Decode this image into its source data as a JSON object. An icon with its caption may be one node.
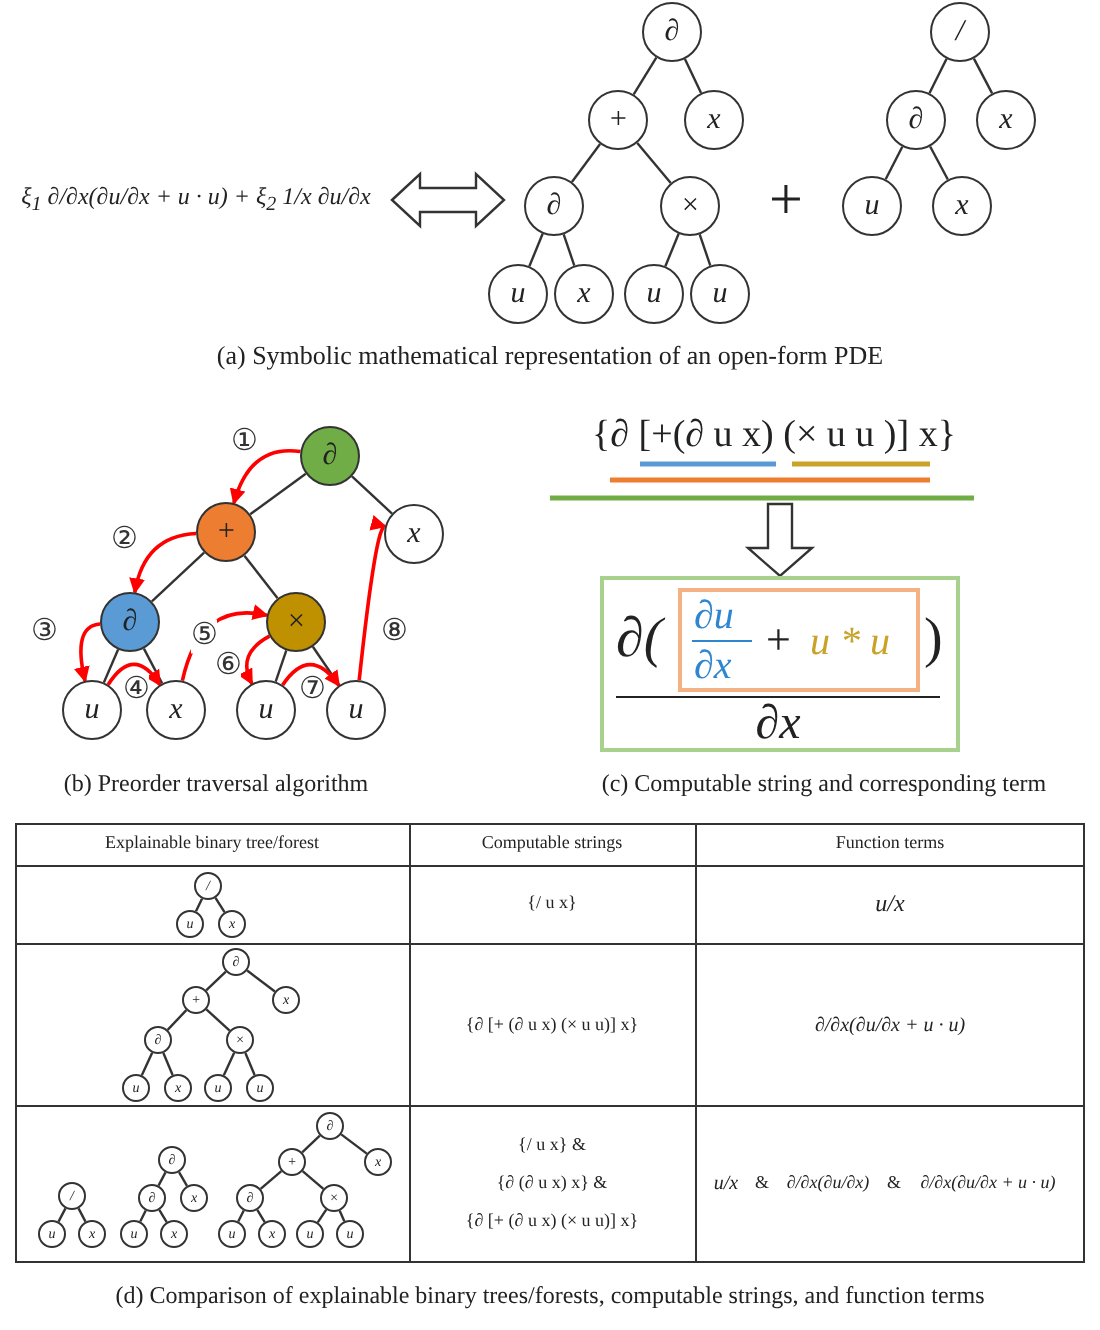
{
  "diagram": {
    "nodes": [
      {
        "text": [
          "∂"
        ]
      },
      {
        "text": [
          "+"
        ]
      },
      {
        "text": [
          "x"
        ]
      },
      {
        "text": [
          "∂"
        ]
      },
      {
        "text": [
          "×"
        ]
      },
      {
        "text": [
          "u"
        ]
      },
      {
        "text": [
          "x"
        ]
      },
      {
        "text": [
          "u"
        ]
      },
      {
        "text": [
          "u"
        ]
      },
      {
        "text": [
          "/"
        ]
      },
      {
        "text": [
          "∂"
        ]
      },
      {
        "text": [
          "x"
        ]
      },
      {
        "text": [
          "u"
        ]
      },
      {
        "text": [
          "x"
        ]
      },
      {
        "text": [
          "∂"
        ]
      },
      {
        "text": [
          "+"
        ]
      },
      {
        "text": [
          "x"
        ]
      },
      {
        "text": [
          "∂"
        ]
      },
      {
        "text": [
          "×"
        ]
      },
      {
        "text": [
          "u"
        ]
      },
      {
        "text": [
          "x"
        ]
      },
      {
        "text": [
          "u"
        ]
      },
      {
        "text": [
          "u"
        ]
      },
      {
        "text": [
          "{∂ [+(∂ u x) (× u u )] x}"
        ]
      },
      {
        "text": [
          "∂(",
          ")",
          "∂x"
        ]
      },
      {
        "text": [
          "∂u",
          "∂x",
          "+",
          "u * u"
        ],
        "in": 24
      },
      {
        "text": [
          "/"
        ]
      },
      {
        "text": [
          "u"
        ]
      },
      {
        "text": [
          "x"
        ]
      },
      {
        "text": [
          "∂"
        ]
      },
      {
        "text": [
          "+"
        ]
      },
      {
        "text": [
          "x"
        ]
      },
      {
        "text": [
          "∂"
        ]
      },
      {
        "text": [
          "×"
        ]
      },
      {
        "text": [
          "u"
        ]
      },
      {
        "text": [
          "x"
        ]
      },
      {
        "text": [
          "u"
        ]
      },
      {
        "text": [
          "u"
        ]
      },
      {
        "text": [
          "/"
        ]
      },
      {
        "text": [
          "u"
        ]
      },
      {
        "text": [
          "x"
        ]
      },
      {
        "text": [
          "∂"
        ]
      },
      {
        "text": [
          "∂"
        ]
      },
      {
        "text": [
          "x"
        ]
      },
      {
        "text": [
          "u"
        ]
      },
      {
        "text": [
          "x"
        ]
      },
      {
        "text": [
          "∂"
        ]
      },
      {
        "text": [
          "+"
        ]
      },
      {
        "text": [
          "x"
        ]
      },
      {
        "text": [
          "∂"
        ]
      },
      {
        "text": [
          "×"
        ]
      },
      {
        "text": [
          "u"
        ]
      },
      {
        "text": [
          "x"
        ]
      },
      {
        "text": [
          "u"
        ]
      },
      {
        "text": [
          "u"
        ]
      }
    ],
    "edges": [
      {
        "from": 0,
        "to": 1,
        "arrow": "none"
      },
      {
        "from": 0,
        "to": 2,
        "arrow": "none"
      },
      {
        "from": 1,
        "to": 3,
        "arrow": "none"
      },
      {
        "from": 1,
        "to": 4,
        "arrow": "none"
      },
      {
        "from": 3,
        "to": 5,
        "arrow": "none"
      },
      {
        "from": 3,
        "to": 6,
        "arrow": "none"
      },
      {
        "from": 4,
        "to": 7,
        "arrow": "none"
      },
      {
        "from": 4,
        "to": 8,
        "arrow": "none"
      },
      {
        "from": 9,
        "to": 10,
        "arrow": "none"
      },
      {
        "from": 9,
        "to": 11,
        "arrow": "none"
      },
      {
        "from": 10,
        "to": 12,
        "arrow": "none"
      },
      {
        "from": 10,
        "to": 13,
        "arrow": "none"
      },
      {
        "from": 14,
        "to": 15,
        "arrow": "none"
      },
      {
        "from": 14,
        "to": 16,
        "arrow": "none"
      },
      {
        "from": 15,
        "to": 17,
        "arrow": "none"
      },
      {
        "from": 15,
        "to": 18,
        "arrow": "none"
      },
      {
        "from": 17,
        "to": 19,
        "arrow": "none"
      },
      {
        "from": 17,
        "to": 20,
        "arrow": "none"
      },
      {
        "from": 18,
        "to": 21,
        "arrow": "none"
      },
      {
        "from": 18,
        "to": 22,
        "arrow": "none"
      },
      {
        "from": 14,
        "to": 15,
        "arrow": "to",
        "label": "①",
        "color": "#ff0000"
      },
      {
        "from": 15,
        "to": 17,
        "arrow": "to",
        "label": "②",
        "color": "#ff0000"
      },
      {
        "from": 17,
        "to": 19,
        "arrow": "to",
        "label": "③",
        "color": "#ff0000"
      },
      {
        "from": 19,
        "to": 20,
        "arrow": "to",
        "label": "④",
        "color": "#ff0000"
      },
      {
        "from": 20,
        "to": 18,
        "arrow": "to",
        "label": "⑤",
        "color": "#ff0000"
      },
      {
        "from": 18,
        "to": 21,
        "arrow": "to",
        "label": "⑥",
        "color": "#ff0000"
      },
      {
        "from": 21,
        "to": 22,
        "arrow": "to",
        "label": "⑦",
        "color": "#ff0000"
      },
      {
        "from": 22,
        "to": 16,
        "arrow": "to",
        "label": "⑧",
        "color": "#ff0000"
      },
      {
        "from": 23,
        "to": 24,
        "arrow": "to"
      },
      {
        "from": 26,
        "to": 27,
        "arrow": "none"
      },
      {
        "from": 26,
        "to": 28,
        "arrow": "none"
      },
      {
        "from": 29,
        "to": 30,
        "arrow": "none"
      },
      {
        "from": 29,
        "to": 31,
        "arrow": "none"
      },
      {
        "from": 30,
        "to": 32,
        "arrow": "none"
      },
      {
        "from": 30,
        "to": 33,
        "arrow": "none"
      },
      {
        "from": 32,
        "to": 34,
        "arrow": "none"
      },
      {
        "from": 32,
        "to": 35,
        "arrow": "none"
      },
      {
        "from": 33,
        "to": 36,
        "arrow": "none"
      },
      {
        "from": 33,
        "to": 37,
        "arrow": "none"
      },
      {
        "from": 38,
        "to": 39,
        "arrow": "none"
      },
      {
        "from": 38,
        "to": 40,
        "arrow": "none"
      },
      {
        "from": 41,
        "to": 42,
        "arrow": "none"
      },
      {
        "from": 41,
        "to": 43,
        "arrow": "none"
      },
      {
        "from": 42,
        "to": 44,
        "arrow": "none"
      },
      {
        "from": 42,
        "to": 45,
        "arrow": "none"
      },
      {
        "from": 46,
        "to": 47,
        "arrow": "none"
      },
      {
        "from": 46,
        "to": 48,
        "arrow": "none"
      },
      {
        "from": 47,
        "to": 49,
        "arrow": "none"
      },
      {
        "from": 47,
        "to": 50,
        "arrow": "none"
      },
      {
        "from": 49,
        "to": 51,
        "arrow": "none"
      },
      {
        "from": 49,
        "to": 52,
        "arrow": "none"
      },
      {
        "from": 50,
        "to": 53,
        "arrow": "none"
      },
      {
        "from": 50,
        "to": 54,
        "arrow": "none"
      }
    ],
    "labels": [
      "ξ$_{1}$ ∂/∂x(∂u/∂x + u · u) + ξ$_{2}$ 1/x ∂u/∂x",
      "+",
      "(a) Symbolic mathematical representation of an open-form PDE",
      "(b) Preorder traversal algorithm",
      "(c) Computable string and corresponding term",
      "Explainable binary tree/forest",
      "Computable strings",
      "Function terms",
      "{/ u x}",
      "u/x",
      "{∂ [+ (∂ u x) (× u u)] x}",
      "∂/∂x(∂u/∂x + u · u)",
      "{/ u x} &",
      "{∂ (∂ u x) x} &",
      "{∂ [+ (∂ u x) (× u u)] x}",
      "u/x",
      "&",
      "∂/∂x(∂u/∂x)",
      "&",
      "∂/∂x(∂u/∂x + u · u)",
      "(d) Comparison of explainable binary trees/forests, computable strings, and function terms"
    ]
  }
}
